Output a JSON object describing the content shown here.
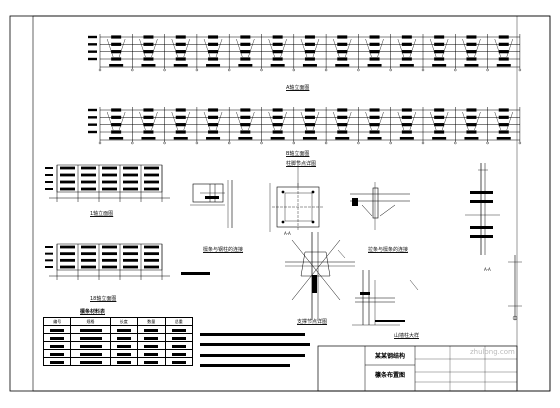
{
  "drawing": {
    "elevations": {
      "top": "A轴立面图",
      "middle": "B轴立面图",
      "left_top": "1轴立面图",
      "left_bottom": "18轴立面图"
    },
    "details": {
      "beam_column": "檩条与钢柱的连接",
      "base_plate": "柱脚节点详图",
      "brace": "拉条与檩条的连接",
      "bracing_node": "支撑节点详图",
      "gable_detail": "山墙柱大样",
      "section_aa": "A-A",
      "section_bb": "A-A"
    },
    "legend": {
      "title": "檩条材料表",
      "headers": [
        "编号",
        "规格",
        "长度",
        "数量",
        "总重"
      ],
      "rows": 5
    },
    "title_block": {
      "project": "某某钢结构",
      "drawing": "檩条布置图"
    },
    "watermark": "zhulong.com"
  }
}
